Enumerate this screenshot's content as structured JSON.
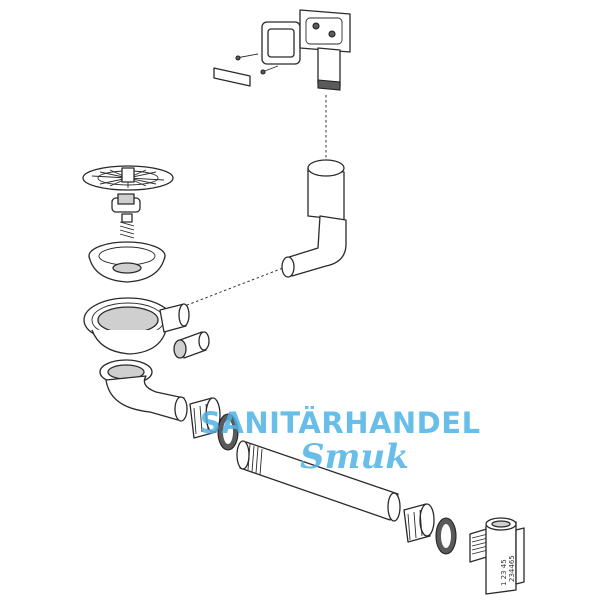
{
  "watermark": {
    "line1": "SANITÄRHANDEL",
    "line2": "Smuk",
    "color": "#4fb3e6"
  },
  "labels": {
    "tee_code_1": "234465",
    "tee_code_2": "1 23 45"
  }
}
